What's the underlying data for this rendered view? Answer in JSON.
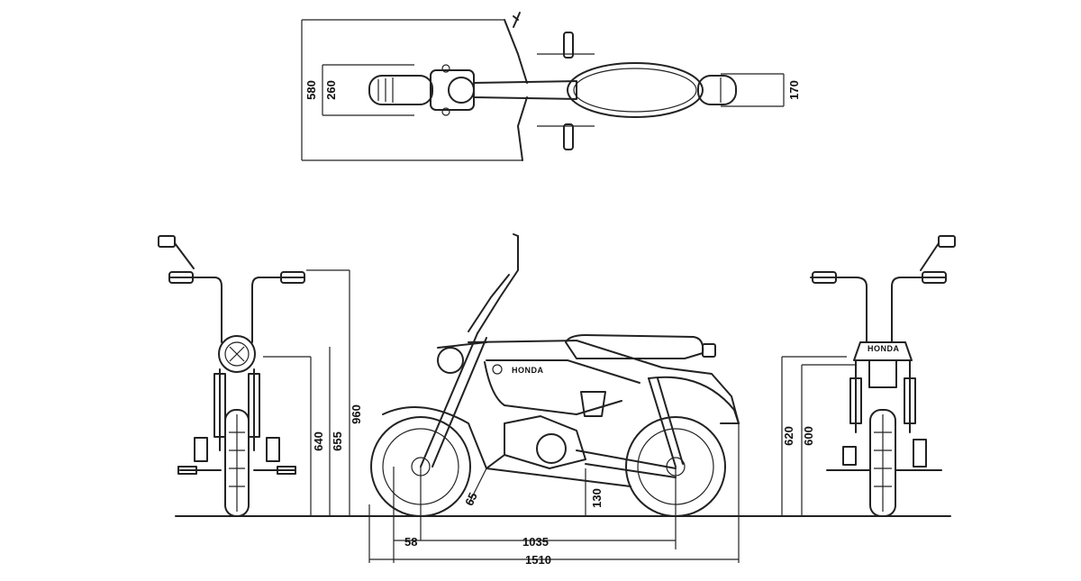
{
  "brand": "HONDA",
  "dimensions": {
    "top_overall_width": "580",
    "top_tank_width": "260",
    "top_rear_width": "170",
    "front_handle_height": "640",
    "front_seat_height": "655",
    "front_overall_height": "960",
    "side_ground_clearance": "130",
    "side_front_offset": "58",
    "side_rake": "65",
    "side_wheelbase": "1035",
    "side_overall_length": "1510",
    "rear_height_a": "620",
    "rear_height_b": "600"
  }
}
